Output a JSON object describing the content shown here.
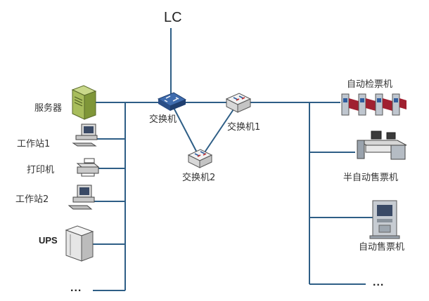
{
  "diagram": {
    "top_label": "LC",
    "switches": {
      "main": "交换机",
      "right": "交换机1",
      "bottom": "交换机2"
    },
    "left_devices": {
      "server": "服务器",
      "workstation1": "工作站1",
      "printer": "打印机",
      "workstation2": "工作站2",
      "ups": "UPS",
      "more": "..."
    },
    "right_devices": {
      "gate": "自动检票机",
      "semi_ticket": "半自动售票机",
      "auto_ticket": "自动售票机",
      "more": "..."
    },
    "colors": {
      "link": "#2e5e86",
      "switch_blue": "#2f5d9e",
      "gate_red": "#a02030"
    }
  }
}
